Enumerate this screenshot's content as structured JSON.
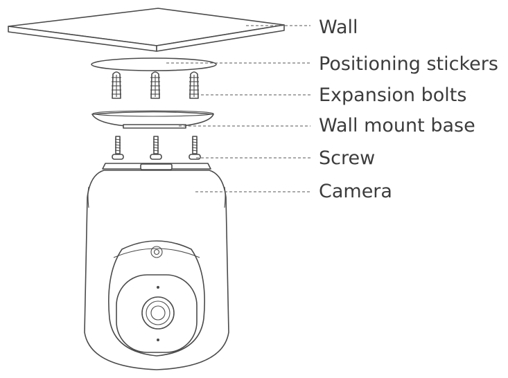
{
  "labels": {
    "wall": "Wall",
    "positioning_stickers": "Positioning stickers",
    "expansion_bolts": "Expansion bolts",
    "wall_mount_base": "Wall mount base",
    "screw": "Screw",
    "camera": "Camera"
  },
  "colors": {
    "line": "#4a4a4a",
    "text": "#3c3c3c",
    "background": "#ffffff"
  }
}
